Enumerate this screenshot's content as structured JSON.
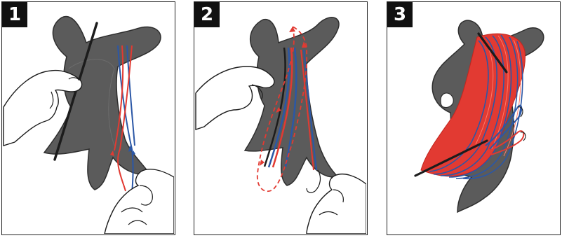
{
  "steps": [
    {
      "number": "1"
    },
    {
      "number": "2"
    },
    {
      "number": "3"
    }
  ],
  "colors": {
    "winder": "#5b5b5b",
    "winder_outline": "#2e2e2e",
    "line_red": "#e23a32",
    "line_blue": "#2b57a6",
    "ink": "#1c1c1c",
    "panel_border": "#222222"
  },
  "icons": {
    "step_1": "hands-holding-winder-and-lines-icon",
    "step_2": "lines-figure-eight-wrap-icon",
    "step_3": "wound-lines-on-winder-icon"
  }
}
